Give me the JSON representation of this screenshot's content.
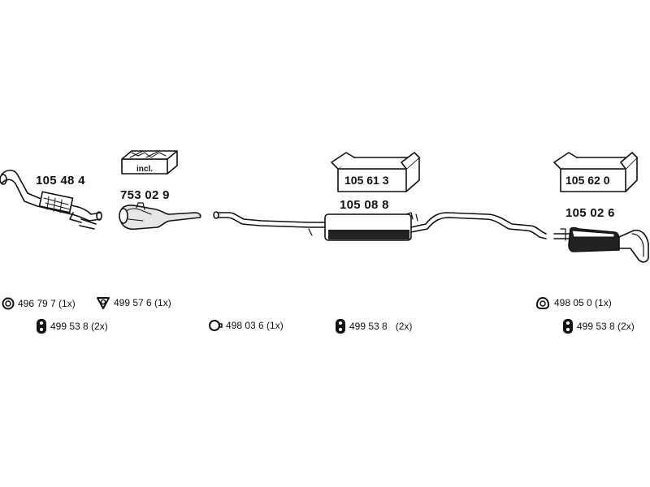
{
  "parts": {
    "front_pipe": "105 48 4",
    "catalyst": "753 02 9",
    "catalyst_kit_note": "incl.",
    "middle_muffler": "105 08 8",
    "middle_kit": "105 61 3",
    "rear_muffler": "105 02 6",
    "rear_kit": "105 62 0"
  },
  "hardware": {
    "h1": "496 79 7 (1x)",
    "h2": "499 57 6 (1x)",
    "h3": "499 53 8 (2x)",
    "h4": "498 03 6 (1x)",
    "h5": "499 53 8",
    "h5_qty": "(2x)",
    "h6": "498 05 0 (1x)",
    "h7": "499 53 8 (2x)"
  },
  "icons": {
    "gasket_ring": "gasket-ring-icon",
    "gasket_triangle": "gasket-triangle-icon",
    "rubber_mount": "rubber-mount-icon",
    "clamp_ring": "clamp-ring-icon",
    "kit_box": "kit-box-icon"
  }
}
